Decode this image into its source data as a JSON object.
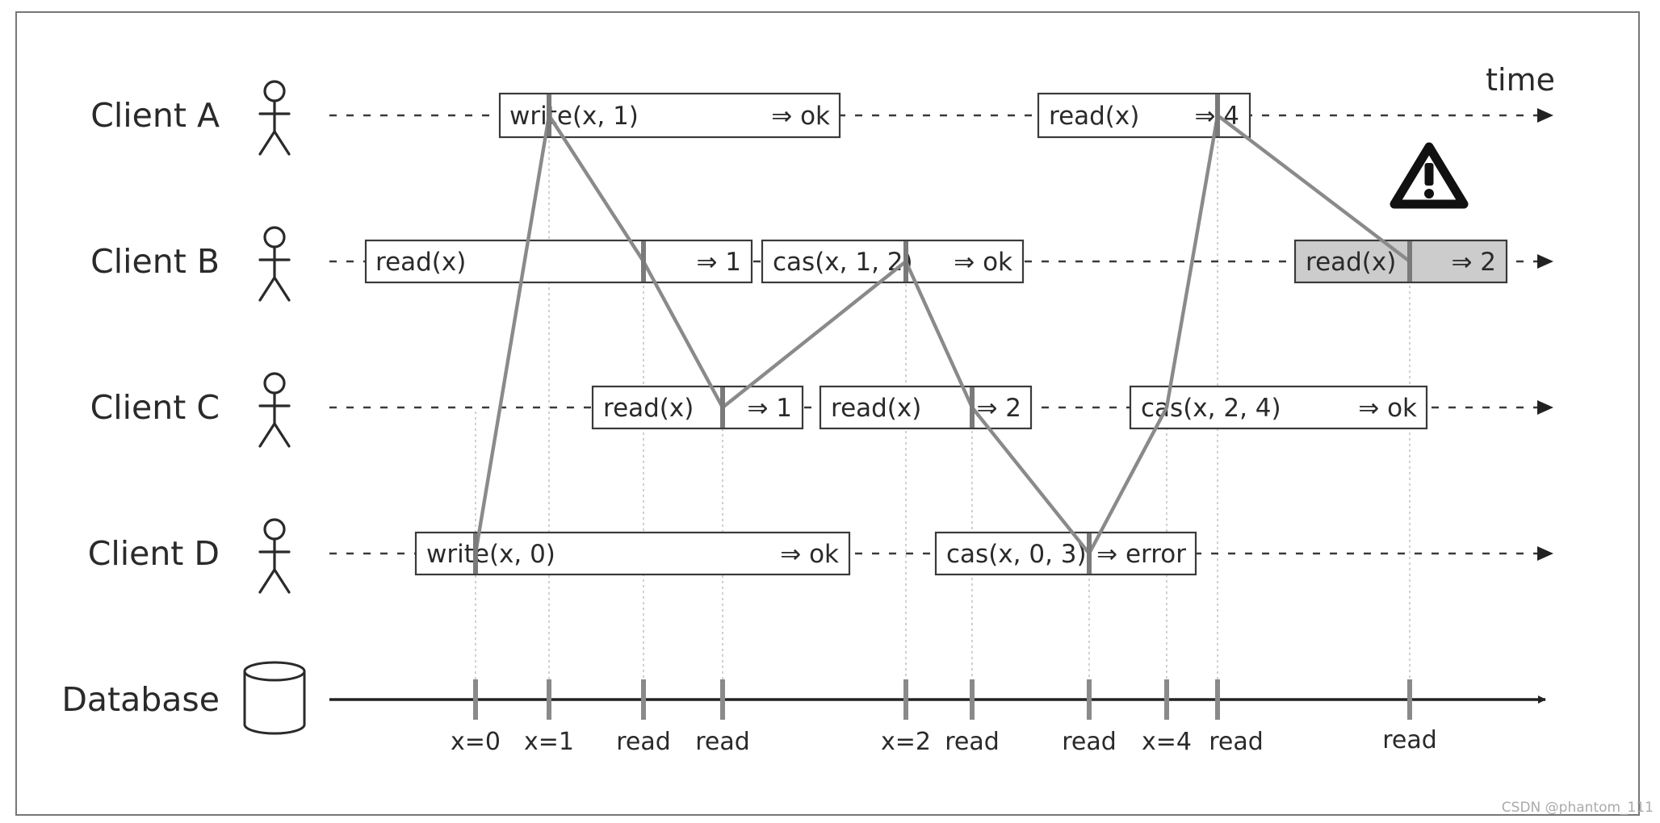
{
  "clients": [
    {
      "id": "A",
      "label": "Client A"
    },
    {
      "id": "B",
      "label": "Client B"
    },
    {
      "id": "C",
      "label": "Client C"
    },
    {
      "id": "D",
      "label": "Client D"
    }
  ],
  "database": {
    "label": "Database"
  },
  "time_label": "time",
  "operations": [
    {
      "client": "A",
      "request": "write(x, 1)",
      "response": "⇒ ok"
    },
    {
      "client": "A",
      "request": "read(x)",
      "response": "⇒ 4"
    },
    {
      "client": "B",
      "request": "read(x)",
      "response": "⇒ 1"
    },
    {
      "client": "B",
      "request": "cas(x, 1, 2)",
      "response": "⇒ ok"
    },
    {
      "client": "B",
      "request": "read(x)",
      "response": "⇒ 2",
      "highlighted": true
    },
    {
      "client": "C",
      "request": "read(x)",
      "response": "⇒ 1"
    },
    {
      "client": "C",
      "request": "read(x)",
      "response": "⇒ 2"
    },
    {
      "client": "C",
      "request": "cas(x, 2, 4)",
      "response": "⇒ ok"
    },
    {
      "client": "D",
      "request": "write(x, 0)",
      "response": "⇒ ok"
    },
    {
      "client": "D",
      "request": "cas(x, 0, 3)",
      "response": "⇒ error"
    }
  ],
  "database_events": [
    {
      "label": "x=0"
    },
    {
      "label": "x=1"
    },
    {
      "label": "read"
    },
    {
      "label": "read"
    },
    {
      "label": "x=2"
    },
    {
      "label": "read"
    },
    {
      "label": "read"
    },
    {
      "label": "x=4"
    },
    {
      "label": "read"
    },
    {
      "label": "read"
    }
  ],
  "warning": {
    "icon": "warning-triangle-icon"
  },
  "watermark": "CSDN @phantom_111",
  "colors": {
    "highlight_box": "#cccccc",
    "connector": "#8a8a8a"
  }
}
